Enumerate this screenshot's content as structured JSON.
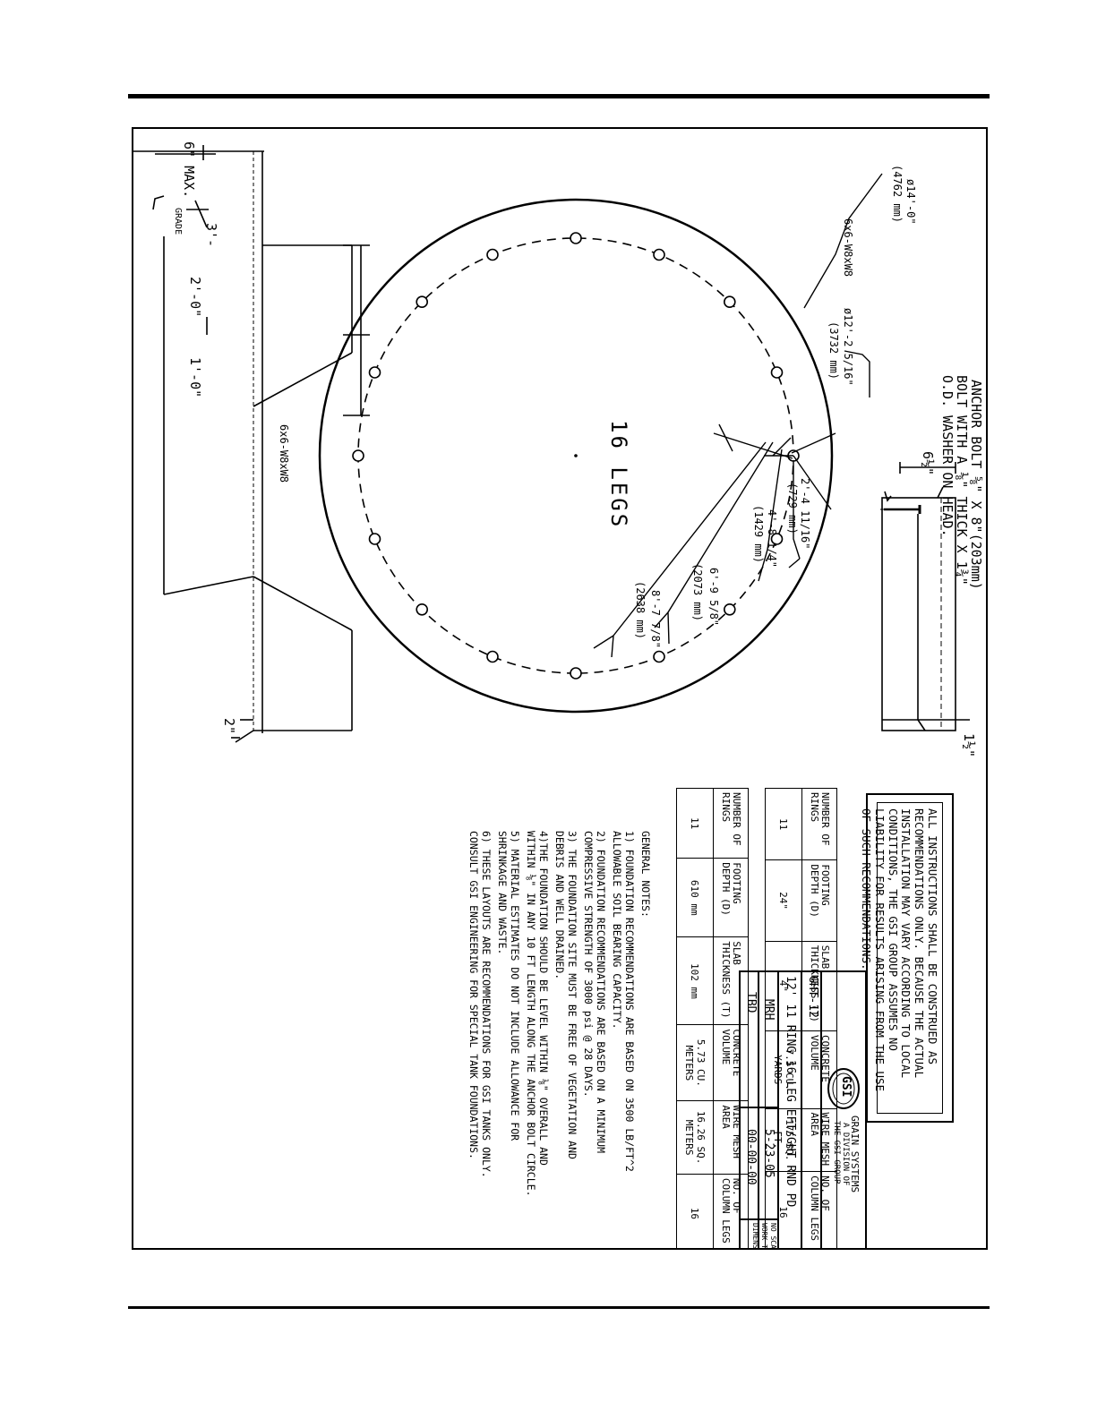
{
  "anchor_bolt": {
    "line1": "ANCHOR BOLT ⅝\" X 8\"(203mm)",
    "line2": "BOLT WITH A ⅛\" THICK X 1¾\"",
    "line3": "O.D. WASHER ON HEAD.",
    "dim_top": "6½\"",
    "dim_side": "1½\""
  },
  "plan": {
    "title": "16 LEGS",
    "outer_dia": "ø14'-0\"",
    "outer_dia_mm": "(4762 mm)",
    "inner_dia": "ø12'-2 5/16\"",
    "inner_dia_mm": "(3732 mm)",
    "mesh_label": "6x6-W8xW8",
    "dims": [
      {
        "ft": "2'-4 11/16\"",
        "mm": "(729 mm)"
      },
      {
        "ft": "4'-8 1/4\"",
        "mm": "(1429 mm)"
      },
      {
        "ft": "6'-9 5/8\"",
        "mm": "(2073 mm)"
      },
      {
        "ft": "8'-7 7/8\"",
        "mm": "(2638 mm)"
      }
    ],
    "leg_count": 16
  },
  "section": {
    "max_label": "6\" MAX.",
    "grade_label": "GRADE",
    "dim_3": "3'-",
    "dim_2ft": "2'-0\"",
    "dim_1ft": "1'-0\"",
    "mesh_label": "6x6-W8xW8",
    "dim_2in": "2\""
  },
  "disclaimer": "ALL INSTRUCTIONS SHALL BE CONSTRUED AS RECOMMENDATIONS ONLY. BECAUSE THE ACTUAL INSTALLATION MAY VARY ACCORDING TO LOCAL CONDITIONS, THE GSI GROUP ASSUMES NO LIABILITY FOR RESULTS ARISING FROM THE USE OF SUCH RECOMMENDATIONS.",
  "table_headers": [
    "NUMBER OF RINGS",
    "FOOTING DEPTH (D)",
    "SLAB THICKNESS (T)",
    "CONCRETE VOLUME",
    "WIRE MESH AREA",
    "NO. OF COLUMN LEGS"
  ],
  "table_imperial": [
    "11",
    "24\"",
    "4\"",
    "7.5 CU. YARDS",
    "175 SQ. FT.",
    "16"
  ],
  "table_metric": [
    "11",
    "610 mm",
    "102 mm",
    "5.73 CU. METERS",
    "16.26 SQ. METERS",
    "16"
  ],
  "general_notes": {
    "title": "GENERAL NOTES:",
    "items": [
      "1) FOUNDATION RECOMMENDATIONS ARE BASED ON 3500 LB/FT^2 ALLOWABLE SOIL BEARING CAPACITY.",
      "2) FOUNDATION RECOMMENDATIONS ARE BASED ON A MINIMUM COMPRESSIVE STRENGTH OF 3000 psi @ 28 DAYS.",
      "3) THE FOUNDATION SITE MUST BE FREE OF VEGETATION AND DEBRIS AND WELL DRAINED.",
      "4)THE FOUNDATION SHOULD BE LEVEL WITHIN ⅛\" OVERALL AND WITHIN ⅛\" IN ANY 10 FT LENGTH ALONG THE ANCHOR BOLT CIRCLE.",
      "5) MATERIAL ESTIMATES DO NOT INCLUDE ALLOWANCE FOR SHRINKAGE AND WASTE.",
      "6) THESE LAYOUTS ARE RECOMMENDATIONS FOR GSI TANKS ONLY. CONSULT GSI ENGINEERING FOR SPECIAL TANK FOUNDATIONS."
    ]
  },
  "title_block": {
    "logo_text": "GSI",
    "company": "GRAIN SYSTEMS",
    "company_sub1": "A DIVISION OF",
    "company_sub2": "THE GSI GROUP",
    "drawing_no": "GHT-12",
    "description": "12' 11 RING 16 LEG EFT/GHT RND PD",
    "drawn_by": "MRH",
    "date": "5-23-05",
    "scale_1": "NO SCALE",
    "scale_2": "WORK TO",
    "scale_3": "DIMENSIONS",
    "order": "TBD",
    "rev": "00-00-00"
  }
}
